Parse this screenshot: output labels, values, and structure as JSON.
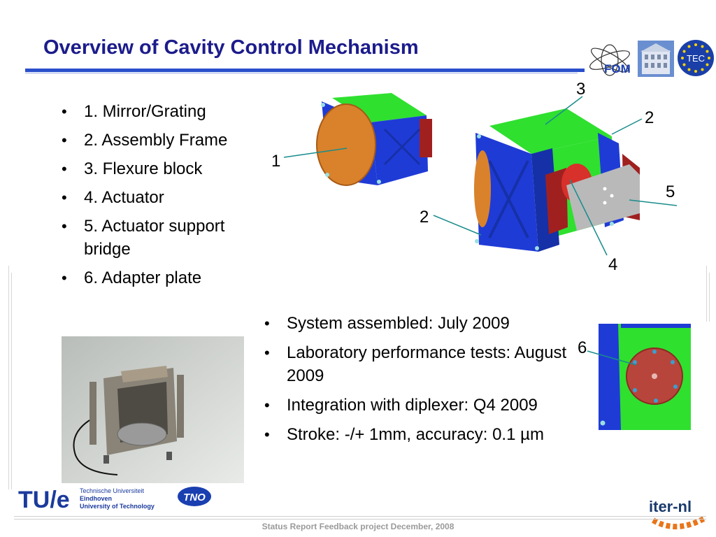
{
  "slide": {
    "title": "Overview of Cavity Control Mechanism",
    "components_list": [
      "1. Mirror/Grating",
      "2. Assembly Frame",
      "3. Flexure block",
      "4. Actuator",
      "5. Actuator support bridge",
      "6. Adapter plate"
    ],
    "status_list": [
      "System assembled: July 2009",
      "Laboratory performance tests: August 2009",
      "Integration with diplexer: Q4 2009",
      "Stroke: -/+ 1mm, accuracy: 0.1 µm"
    ],
    "callouts": {
      "c1": "1",
      "c2a": "2",
      "c2b": "2",
      "c3": "3",
      "c4": "4",
      "c5": "5",
      "c6": "6"
    },
    "footer": "Status Report Feedback project December, 2008"
  },
  "logos": {
    "tue_mark": "TU/e",
    "tue_line1": "Technische Universiteit",
    "tue_line2": "Eindhoven",
    "tue_line3": "University of Technology",
    "tno": "TNO",
    "fom": "FOM",
    "tec": "TEC",
    "iter_nl": "iter-nl"
  },
  "colors": {
    "title": "#1c1c8c",
    "title_rule": "#2a4fcc",
    "frame_blue": "#1f3bd6",
    "flexure_green": "#2fe02f",
    "mirror_orange": "#d9822b",
    "actuator_red": "#c8322a",
    "leader_teal": "#1a8c8c",
    "footer_text": "#9a9a9a"
  }
}
